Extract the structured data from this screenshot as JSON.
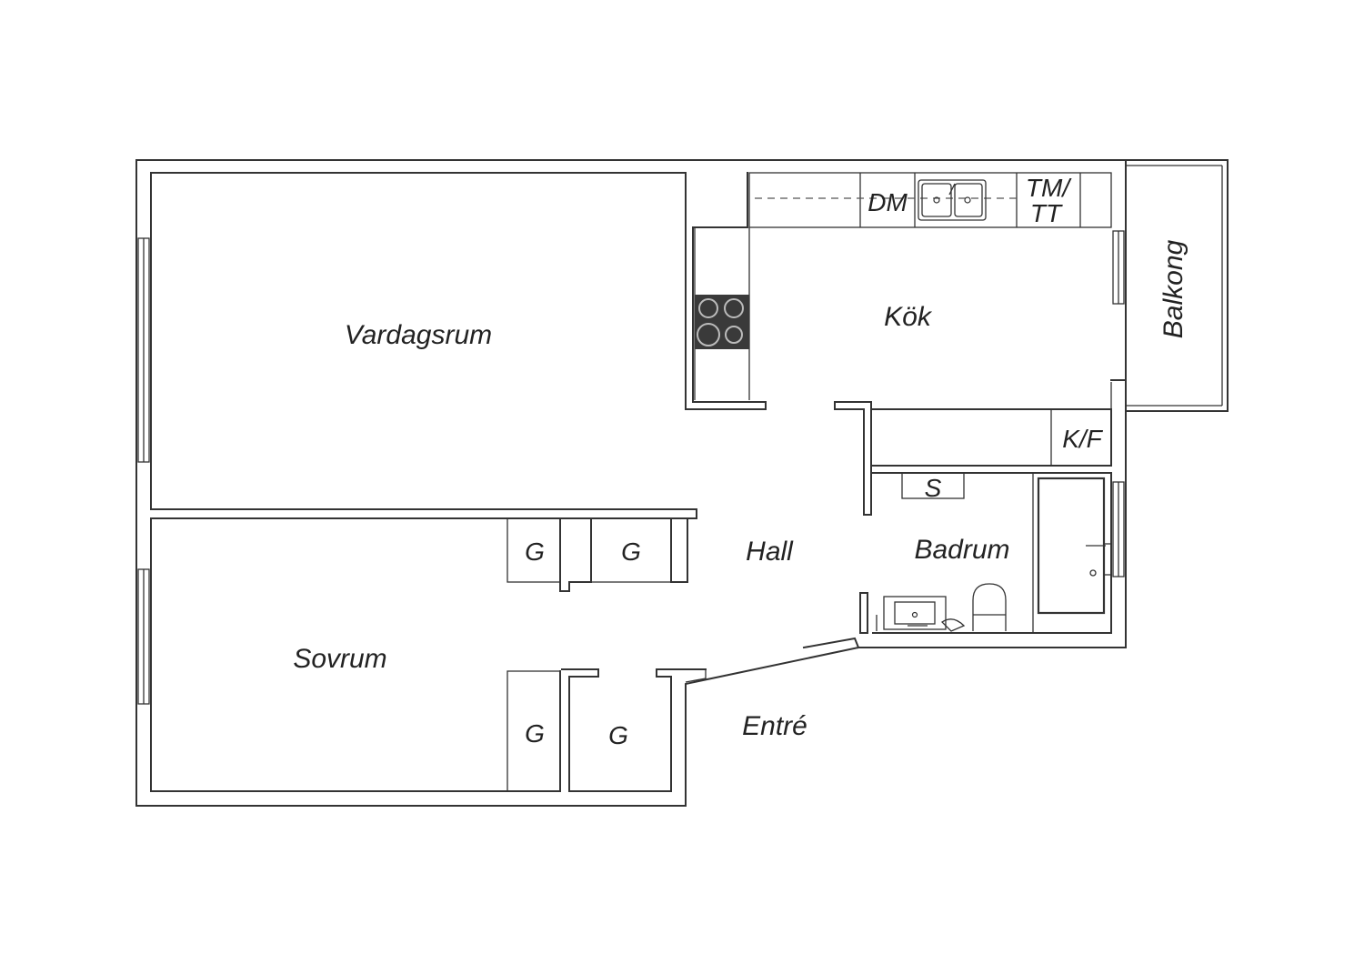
{
  "colors": {
    "wall": "#333333",
    "background": "#ffffff",
    "stove": "#3a3a3a"
  },
  "rooms": {
    "living": "Vardagsrum",
    "kitchen": "Kök",
    "balcony": "Balkong",
    "hall": "Hall",
    "bathroom": "Badrum",
    "bedroom": "Sovrum",
    "entrance": "Entré"
  },
  "fixtures": {
    "dishwasher": "DM",
    "washer_dryer_top": "TM/",
    "washer_dryer_bottom": "TT",
    "fridge_freezer": "K/F",
    "cabinet": "S",
    "wardrobe_1": "G",
    "wardrobe_2": "G",
    "wardrobe_3": "G",
    "wardrobe_4": "G"
  },
  "icons": {
    "stove": "stove-icon",
    "kitchen_sink": "kitchen-sink-icon",
    "bathtub": "bathtub-icon",
    "toilet": "toilet-icon",
    "washbasin": "washbasin-icon"
  }
}
